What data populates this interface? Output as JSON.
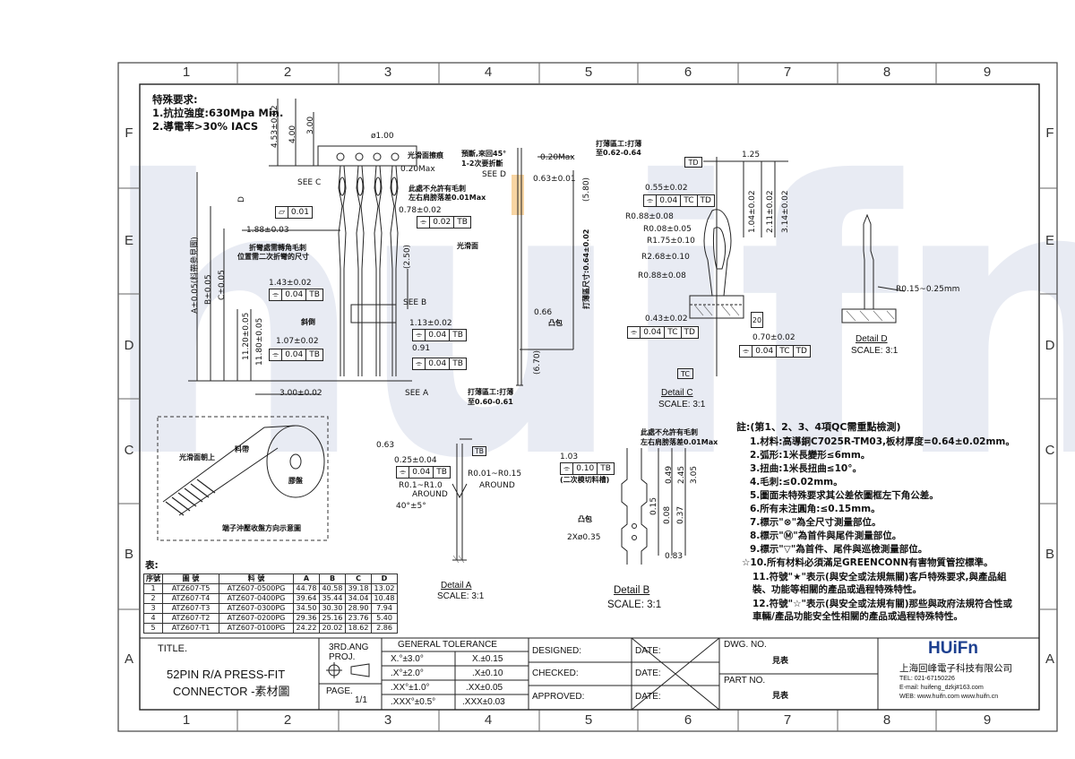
{
  "zones": {
    "columns": [
      "1",
      "2",
      "3",
      "4",
      "5",
      "6",
      "7",
      "8",
      "9"
    ],
    "rows": [
      "F",
      "E",
      "D",
      "C",
      "B",
      "A"
    ]
  },
  "special_requirements": {
    "title": "特殊要求:",
    "items": [
      "1.抗拉強度:630Mpa Min.",
      "2.導電率>30% IACS"
    ]
  },
  "callouts": {
    "see_c": "SEE C",
    "see_d": "SEE D",
    "see_b": "SEE B",
    "see_a": "SEE A",
    "smooth_face_cut": "光滑面擦痕",
    "cut_note": "預斷,來回45°",
    "cut_note2": "1-2次要折斷",
    "plating1": "打薄區工:打薄",
    "plating1b": "至0.62-0.64",
    "no_burr": "此處不允許有毛刺",
    "burr_note": "左右肩膀落差0.01Max",
    "burr_note2": "此處不允許有毛刺",
    "burr_note3": "左右肩膀落差0.01Max",
    "bend_note": "折彎處需轉角毛刺",
    "bend_note2": "位置需二次折彎的尺寸",
    "bevel": "斜倒",
    "smooth": "光滑面",
    "thin_area": "打薄區工:打薄",
    "thin_area2": "至0.60-0.61",
    "thin_vertical": "打薄區尺寸:0.64±0.02",
    "bump": "凸包",
    "bump2": "凸包",
    "two_cut": "(二次模切料槽)",
    "reel_smooth": "光滑面朝上",
    "reel_band": "料帶",
    "reel_spool": "膠盤",
    "reel_caption": "端子沖壓收盤方向示意圖"
  },
  "dims": {
    "d453": "4.53±0.02",
    "d400": "4.00",
    "d300": "3.00",
    "d100": "ø1.00",
    "d020max": "0.20Max",
    "d001": "0.01",
    "d078": "0.78±0.02",
    "d002": "0.02",
    "d188": "1.88±0.03",
    "d250": "(2.50)",
    "d143": "1.43±0.02",
    "d004a": "0.04",
    "d113": "1.13±0.02",
    "d004b": "0.04",
    "d091": "0.91",
    "d004c": "0.04",
    "d107": "1.07±0.02",
    "d004d": "0.04",
    "d300b": "3.00±0.02",
    "d1120": "11.20±0.05",
    "d1180": "11.80±0.05",
    "dA": "A±0.05(料帶參見圖)",
    "dB": "B±0.05",
    "dC": "C±0.05",
    "dD": "D",
    "d020max2": "0.20Max",
    "d063": "0.63±0.01",
    "d580": "(5.80)",
    "d066": "0.66",
    "d670": "(6.70)",
    "d055": "0.55±0.02",
    "d004e": "0.04",
    "d088": "R0.88±0.08",
    "d008": "R0.08±0.05",
    "d175": "R1.75±0.10",
    "d268": "R2.68±0.10",
    "d088b": "R0.88±0.08",
    "d043": "0.43±0.02",
    "d004f": "0.04",
    "d125": "1.25",
    "d104": "1.04±0.02",
    "d211": "2.11±0.02",
    "d314": "3.14±0.02",
    "d070": "0.70±0.02",
    "d004g": "0.04",
    "d20": "20",
    "dR015": "R0.15~0.25mm",
    "d063b": "0.63",
    "d025": "0.25±0.04",
    "d004h": "0.04",
    "dR001": "R0.01~R0.15",
    "dR01": "R0.1~R1.0",
    "around": "AROUND",
    "around2": "AROUND",
    "d40": "40°±5°",
    "d103": "1.03",
    "d010": "0.10",
    "d049": "0.49",
    "d245": "2.45",
    "d305": "3.05",
    "d015": "0.15",
    "d008b": "0.08",
    "d037": "0.37",
    "d2x035": "2Xø0.35",
    "d083": "0.83"
  },
  "datums": {
    "tb": "TB",
    "tc": "TC",
    "td": "TD"
  },
  "detail_titles": {
    "detail_c": "Detail C",
    "scale_c": "SCALE: 3:1",
    "detail_d": "Detail D",
    "scale_d": "SCALE: 3:1",
    "detail_a": "Detail A",
    "scale_a": "SCALE: 3:1",
    "detail_b": "Detail B",
    "scale_b": "SCALE: 3:1"
  },
  "notes": {
    "heading": "註:(第1、2、3、4項QC需重點檢測)",
    "items": [
      "1.材料:高導銅C7025R-TM03,板材厚度=0.64±0.02mm。",
      "2.弧形:1米長變形≤6mm。",
      "3.扭曲:1米長扭曲≤10°。",
      "4.毛刺:≤0.02mm。",
      "5.圖面未特殊要求其公差依圖框左下角公差。",
      "6.所有未注圓角:≤0.15mm。",
      "7.標示\"⊗\"為全尺寸測量部位。",
      "8.標示\"Ⓜ\"為首件與尾件測量部位。",
      "9.標示\"▽\"為首件、尾件與巡檢測量部位。",
      "☆10.所有材料必須滿足GREENCONN有害物質管控標準。",
      "11.符號\"★\"表示(與安全或法規無關)客戶特殊要求,與產品組裝、功能等相關的產品或過程特殊特性。",
      "12.符號\"☆\"表示(與安全或法規有關)那些與政府法規符合性或車輛/產品功能安全性相關的產品或過程特殊特性。"
    ]
  },
  "bom": {
    "label": "表:",
    "headers": [
      "序號",
      "圖 號",
      "料 號",
      "A",
      "B",
      "C",
      "D"
    ],
    "rows": [
      [
        "1",
        "ATZ607-T5",
        "ATZ607-0500PG",
        "44.78",
        "40.58",
        "39.18",
        "13.02"
      ],
      [
        "2",
        "ATZ607-T4",
        "ATZ607-0400PG",
        "39.64",
        "35.44",
        "34.04",
        "10.48"
      ],
      [
        "3",
        "ATZ607-T3",
        "ATZ607-0300PG",
        "34.50",
        "30.30",
        "28.90",
        "7.94"
      ],
      [
        "4",
        "ATZ607-T2",
        "ATZ607-0200PG",
        "29.36",
        "25.16",
        "23.76",
        "5.40"
      ],
      [
        "5",
        "ATZ607-T1",
        "ATZ607-0100PG",
        "24.22",
        "20.02",
        "18.62",
        "2.86"
      ]
    ]
  },
  "title_block": {
    "title_label": "TITLE.",
    "title_line1": "52PIN R/A PRESS-FIT",
    "title_line2": "CONNECTOR -素材圖",
    "proj_label1": "3RD.ANG",
    "proj_label2": "PROJ.",
    "page_label": "PAGE.",
    "page_value": "1/1",
    "tol_header": "GENERAL TOLERANCE",
    "tol": [
      [
        "X.°±3.0°",
        "X.±0.15"
      ],
      [
        ".X°±2.0°",
        ".X±0.10"
      ],
      [
        ".XX°±1.0°",
        ".XX±0.05"
      ],
      [
        ".XXX°±0.5°",
        ".XXX±0.03"
      ]
    ],
    "designed": "DESIGNED:",
    "checked": "CHECKED:",
    "approved": "APPROVED:",
    "date1": "DATE:",
    "date2": "DATE:",
    "date3": "DATE:",
    "dwg_no_label": "DWG. NO.",
    "dwg_no_value": "見表",
    "part_no_label": "PART NO.",
    "part_no_value": "見表",
    "company_logo": "HUiFn",
    "company_name": "上海回峰電子科技有限公司",
    "tel": "TEL: 021-67150226",
    "email": "E-mail: huifeng_dzkj#163.com",
    "web": "WEB: www.huifn.com  www.huifn.cn"
  },
  "watermark": "huifn",
  "colors": {
    "line": "#222222",
    "watermark": "#96a5c8",
    "highlight": "#f3c27a"
  }
}
